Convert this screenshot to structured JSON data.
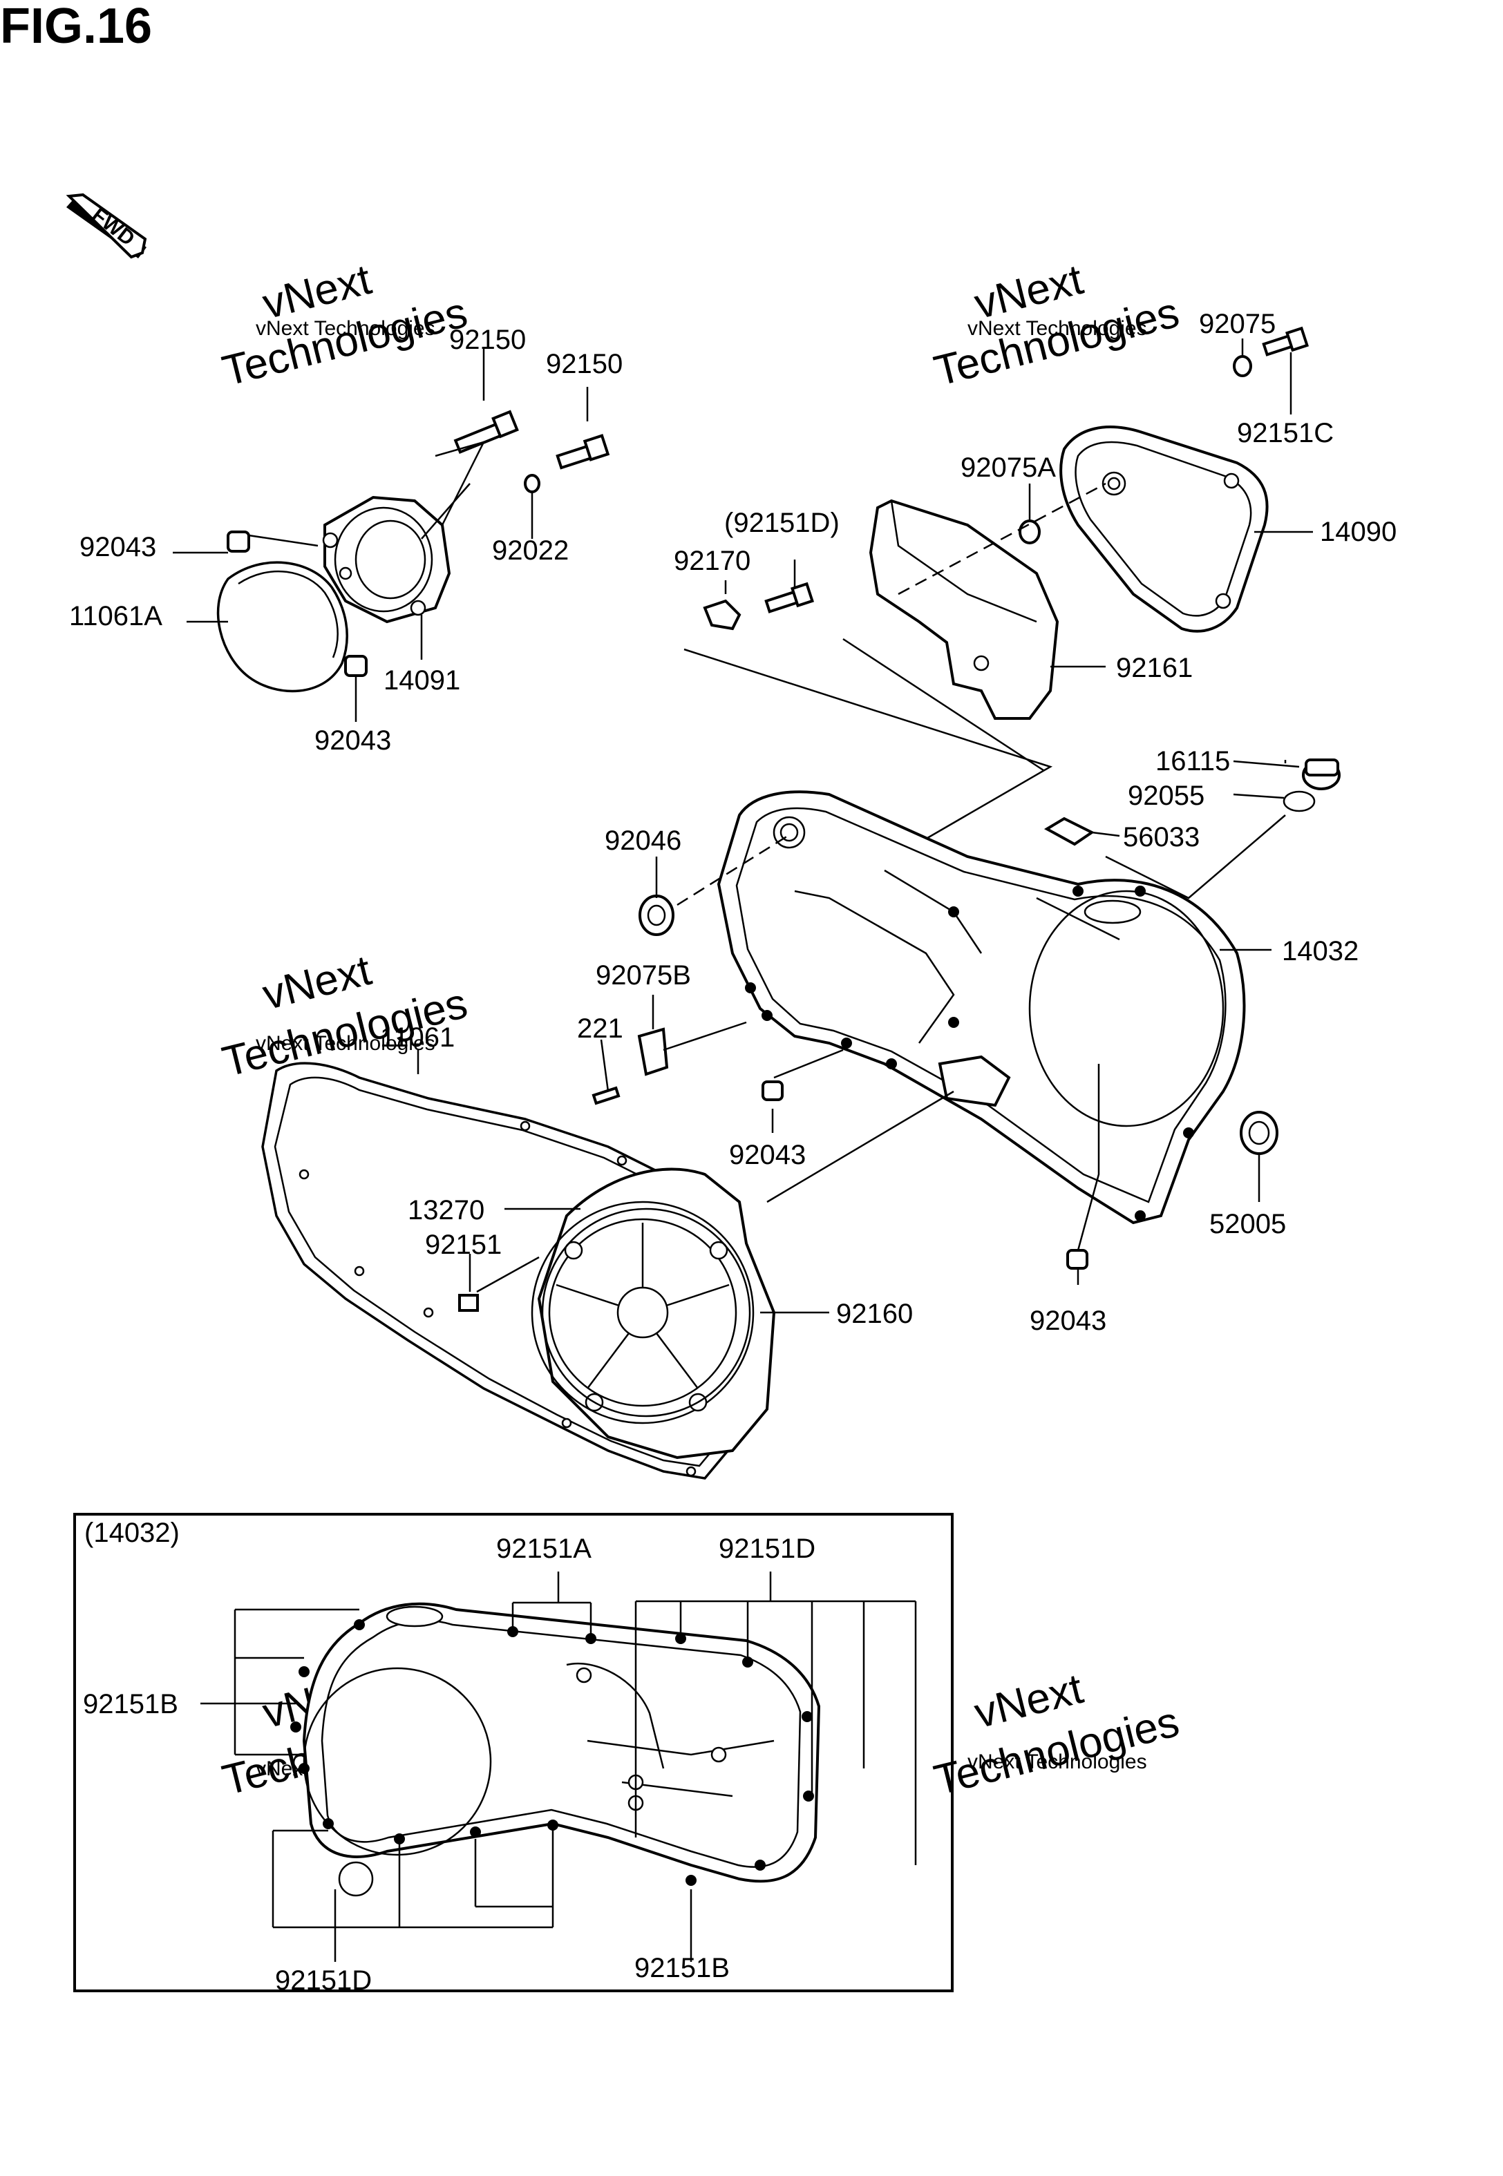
{
  "figure": {
    "title": "FIG.16",
    "fwd_label": "FWD"
  },
  "watermark": {
    "line1": "vNext Technologies",
    "line2": "Technologies",
    "line3": "vNext"
  },
  "labels": {
    "p92150_a": "92150",
    "p92150_b": "92150",
    "p92022": "92022",
    "p92043_a": "92043",
    "p11061A": "11061A",
    "p14091": "14091",
    "p92043_b": "92043",
    "p92075": "92075",
    "p92151C": "92151C",
    "p92075A": "92075A",
    "p14090": "14090",
    "p92151D_paren": "(92151D)",
    "p92170": "92170",
    "p92161": "92161",
    "p16115": "16115",
    "p92055": "92055",
    "p56033": "56033",
    "p92046": "92046",
    "p14032": "14032",
    "p92075B": "92075B",
    "p221": "221",
    "p11061": "11061",
    "p92043_c": "92043",
    "p13270": "13270",
    "p92151": "92151",
    "p92160": "92160",
    "p52005": "52005",
    "p92043_d": "92043"
  },
  "inset": {
    "title": "(14032)",
    "p92151A": "92151A",
    "p92151D_top": "92151D",
    "p92151B_left": "92151B",
    "p92151D_bottom": "92151D",
    "p92151B_bottom": "92151B"
  }
}
